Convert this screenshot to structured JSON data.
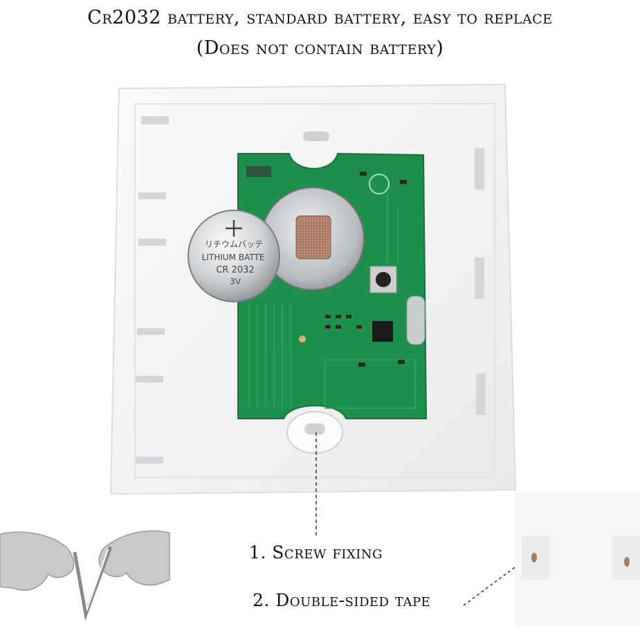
{
  "captions": {
    "line1": "Cr2032 battery, standard battery, easy to replace",
    "line2": "(Does not contain battery)"
  },
  "callouts": {
    "screw": "1. Screw fixing",
    "tape": "2. Double-sided tape"
  },
  "battery_print": {
    "kana": "リチウムバッテ",
    "brand": "LITHIUM BATTE",
    "model": "CR 2032",
    "voltage": "3V"
  },
  "colors": {
    "pcb": "#1f8f4e",
    "plate": "#f3f4f5",
    "caption": "#111111"
  }
}
